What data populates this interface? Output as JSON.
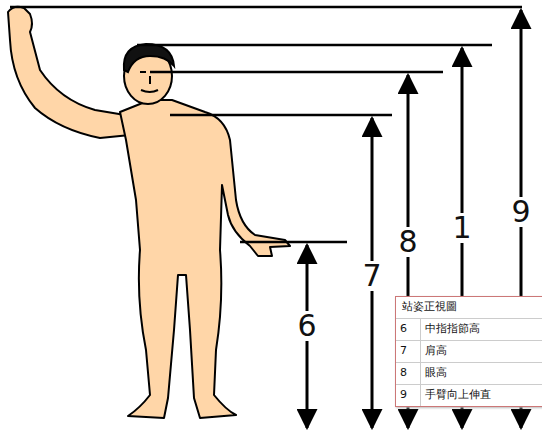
{
  "diagram": {
    "labels": [
      "9",
      "1",
      "8",
      "7",
      "6",
      "站姿正視圖",
      "6",
      "中指指節高",
      "7",
      "肩高",
      "8",
      "眼高",
      "9",
      "手臂向上伸直"
    ]
  }
}
